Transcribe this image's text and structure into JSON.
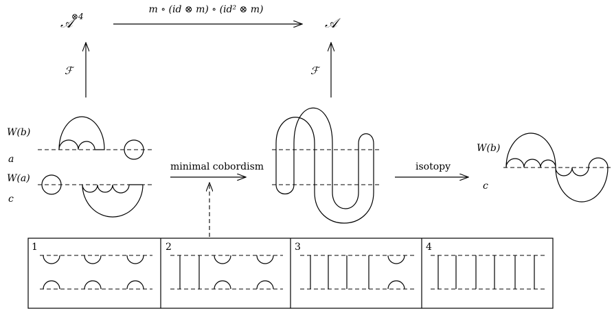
{
  "top": {
    "left_node": "𝒜",
    "left_sup": "⊗4",
    "right_node": "𝒜",
    "map_label": "m ∘ (id ⊗ m) ∘ (id² ⊗ m)",
    "functor_left": "ℱ",
    "functor_right": "ℱ"
  },
  "labels": {
    "w_b": "W(b)",
    "a": "a",
    "w_a": "W(a)",
    "c": "c",
    "w_b_right": "W(b)",
    "c_right": "c"
  },
  "arrows": {
    "minimal_cobordism": "minimal cobordism",
    "isotopy": "isotopy"
  },
  "panels": [
    "1",
    "2",
    "3",
    "4"
  ]
}
